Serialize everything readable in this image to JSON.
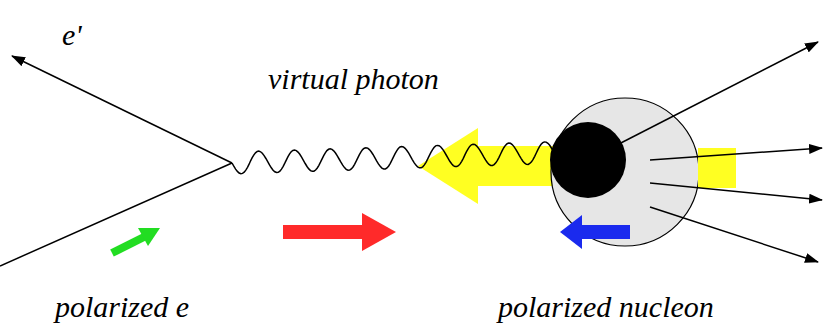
{
  "diagram": {
    "labels": [
      "e'",
      "virtual photon",
      "polarized e",
      "polarized nucleon"
    ]
  }
}
